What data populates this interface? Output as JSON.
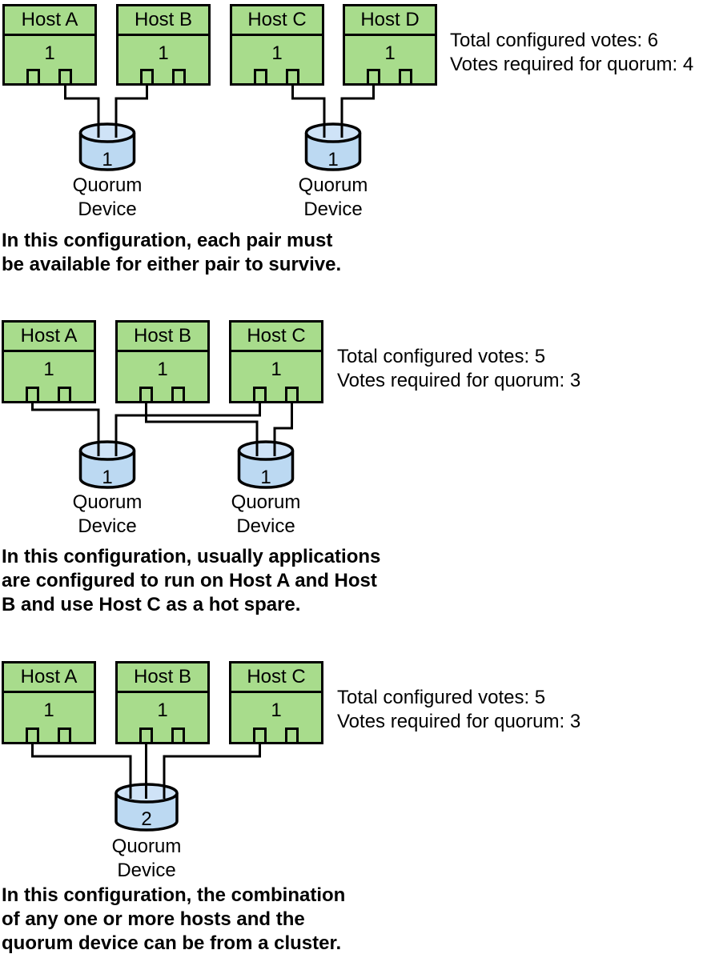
{
  "colors": {
    "host_fill": "#A8DC8C",
    "device_fill": "#BCD9F2",
    "device_top_fill": "#CFE3F7",
    "line": "#000000",
    "background": "#FFFFFF"
  },
  "panels": [
    {
      "hosts": [
        {
          "label": "Host A",
          "votes": "1"
        },
        {
          "label": "Host B",
          "votes": "1"
        },
        {
          "label": "Host C",
          "votes": "1"
        },
        {
          "label": "Host D",
          "votes": "1"
        }
      ],
      "stats": {
        "total": "Total configured votes: 6",
        "required": "Votes required for quorum: 4"
      },
      "devices": [
        {
          "votes": "1",
          "label1": "Quorum",
          "label2": "Device"
        },
        {
          "votes": "1",
          "label1": "Quorum",
          "label2": "Device"
        }
      ],
      "caption": [
        "In this configuration, each pair must",
        "be available for either pair to survive."
      ]
    },
    {
      "hosts": [
        {
          "label": "Host A",
          "votes": "1"
        },
        {
          "label": "Host B",
          "votes": "1"
        },
        {
          "label": "Host C",
          "votes": "1"
        }
      ],
      "stats": {
        "total": "Total configured votes: 5",
        "required": "Votes required for quorum: 3"
      },
      "devices": [
        {
          "votes": "1",
          "label1": "Quorum",
          "label2": "Device"
        },
        {
          "votes": "1",
          "label1": "Quorum",
          "label2": "Device"
        }
      ],
      "caption": [
        "In this configuration, usually applications",
        "are configured to run on Host A and Host",
        "B and use Host C as a hot spare."
      ]
    },
    {
      "hosts": [
        {
          "label": "Host A",
          "votes": "1"
        },
        {
          "label": "Host B",
          "votes": "1"
        },
        {
          "label": "Host C",
          "votes": "1"
        }
      ],
      "stats": {
        "total": "Total configured votes: 5",
        "required": "Votes required for quorum: 3"
      },
      "devices": [
        {
          "votes": "2",
          "label1": "Quorum",
          "label2": "Device"
        }
      ],
      "caption": [
        "In this configuration, the combination",
        "of any one or more hosts and the",
        "quorum device can be from a cluster."
      ]
    }
  ]
}
